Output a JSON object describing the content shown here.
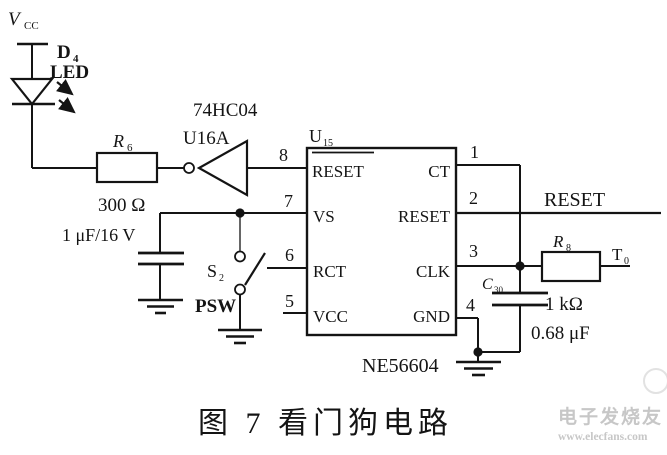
{
  "caption": "图 7  看门狗电路",
  "watermark": {
    "brand": "电子发烧友",
    "url": "www.elecfans.com"
  },
  "power": {
    "name": "V",
    "sub": "CC"
  },
  "led": {
    "name": "D",
    "sub": "4",
    "type": "LED"
  },
  "r6": {
    "name": "R",
    "sub": "6",
    "value": "300 Ω"
  },
  "inverter": {
    "part": "74HC04",
    "ref": "U16A"
  },
  "c1": {
    "value": "1 μF/16 V"
  },
  "s2": {
    "name": "S",
    "sub": "2",
    "label": "PSW"
  },
  "u15": {
    "ref": "U",
    "ref_sub": "15",
    "part": "NE56604",
    "pins_left": [
      {
        "num": "8",
        "name": "RESET"
      },
      {
        "num": "7",
        "name": "VS"
      },
      {
        "num": "6",
        "name": "RCT"
      },
      {
        "num": "5",
        "name": "VCC"
      }
    ],
    "pins_right": [
      {
        "num": "1",
        "name": "CT"
      },
      {
        "num": "2",
        "name": "RESET"
      },
      {
        "num": "3",
        "name": "CLK"
      },
      {
        "num": "4",
        "name": "GND"
      }
    ]
  },
  "nets": {
    "reset": "RESET"
  },
  "r8": {
    "name": "R",
    "sub": "8",
    "value": "1 kΩ"
  },
  "c30": {
    "name": "C",
    "sub": "30",
    "value": "0.68 μF"
  },
  "t0": {
    "name": "T",
    "sub": "0"
  }
}
